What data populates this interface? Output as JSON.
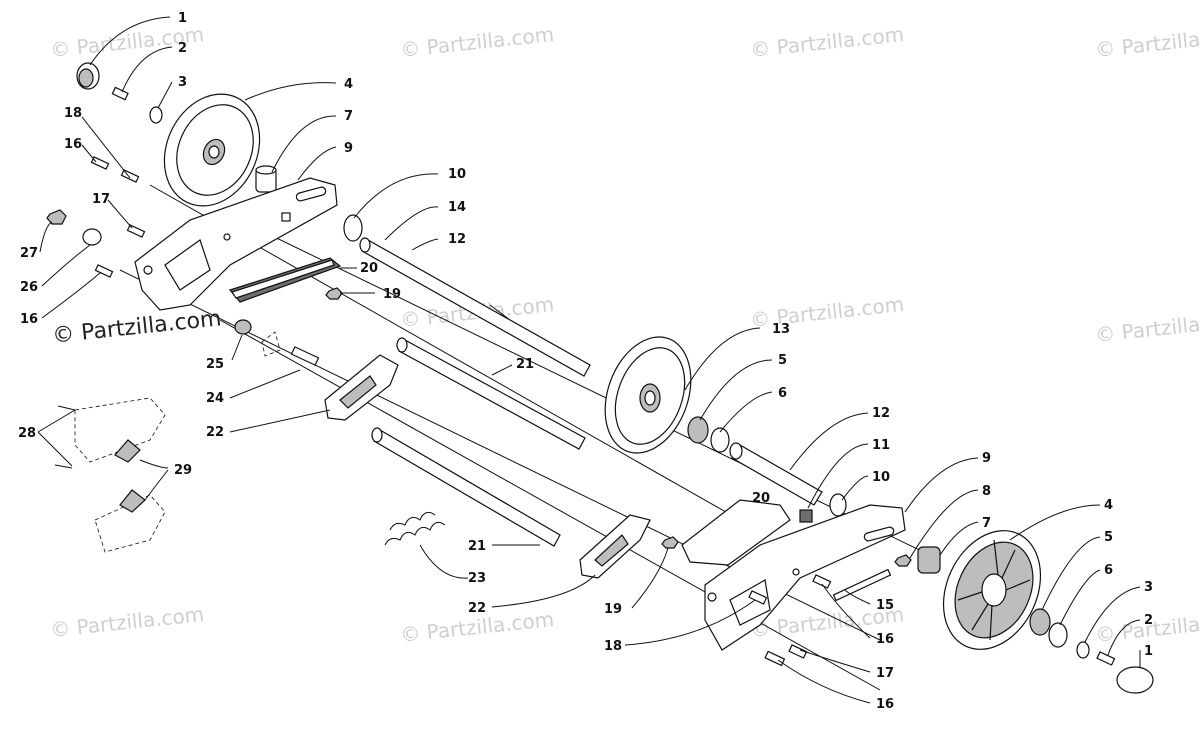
{
  "watermark": {
    "text": "© Partzilla.com",
    "strong_text": "© Partzilla.com"
  },
  "labels": {
    "l1a": "1",
    "l2a": "2",
    "l3a": "3",
    "l4a": "4",
    "l7a": "7",
    "l9a": "9",
    "l10a": "10",
    "l14": "14",
    "l12a": "12",
    "l18a": "18",
    "l16a": "16",
    "l17a": "17",
    "l27": "27",
    "l26": "26",
    "l16b": "16",
    "l20a": "20",
    "l19a": "19",
    "l25": "25",
    "l24": "24",
    "l22a": "22",
    "l21a": "21",
    "l13": "13",
    "l5a": "5",
    "l6a": "6",
    "l28": "28",
    "l29": "29",
    "l12b": "12",
    "l11": "11",
    "l10b": "10",
    "l9b": "9",
    "l8": "8",
    "l20b": "20",
    "l7b": "7",
    "l4b": "4",
    "l5b": "5",
    "l6b": "6",
    "l3b": "3",
    "l2b": "2",
    "l1b": "1",
    "l21b": "21",
    "l23": "23",
    "l22b": "22",
    "l19b": "19",
    "l18b": "18",
    "l15": "15",
    "l16c": "16",
    "l17b": "17",
    "l16d": "16"
  }
}
